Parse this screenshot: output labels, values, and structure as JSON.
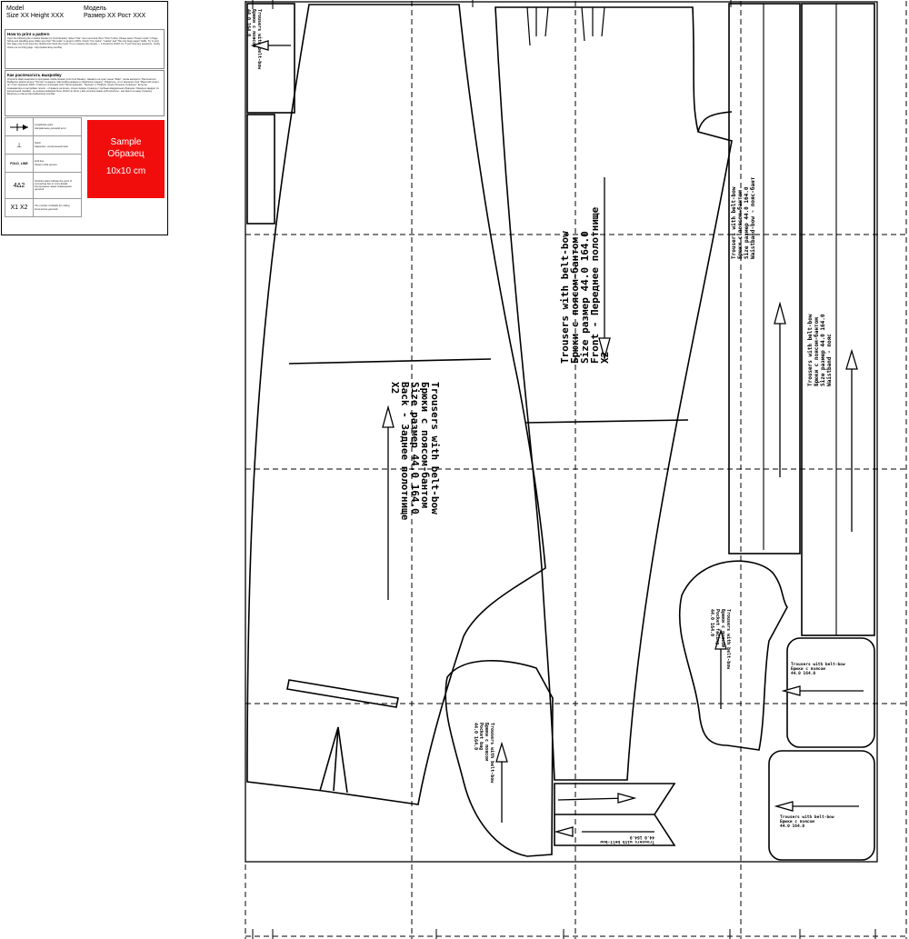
{
  "info": {
    "model_en": "Model",
    "size_en": "Size XX Height XXX",
    "model_ru": "Модель",
    "size_ru": "Размер XX Рост XXX",
    "how_title": "How to print a pattern",
    "how_body": "Open the following file in Adobe Reader (or Foxit Reader). Select \"File\" menu and click there \"Print\" button. Please select \"Poster mode\" in Page Sizing and Handling area. Make sure that \"Tile scale\" is equal to 100%. Check \"Cut marks\", \"Labels\" and \"Tile only large pages\" fields. Try to print first page only if you have any doubts and check the result. Try to measure the sample — it should be 10x10 cm. If you have any questions - kindly check out our FAQ page - http://patternkosy.com/faq",
    "ru_title": "Как распечатать выкройку",
    "ru_body": "Откройте файл выкройки в программе Adobe Reader (или Foxit Reader). Нажмите на пункт меню \"Файл\", затем выберите \"Распечатать\". Выберите режим печати \"Постер\" в разделе \"Настройка размера и обработка страниц\". Убедитесь, что в значении поля \"Масштаб печати по\" стоит значение 100%. Отметьте галочками поля \"Метки вырезки\", \"Ярлыки\" и \"Разбить только большие страницы\". Если вы сомневаетесь в настройках печати - отправьте на печать только первую страницу с пробным квадратным образцом. Измерьте квадрат из контрольной линейки - он должен размером быть 10x10 см. Если у вас остались какие-либо вопросы - загляните на нашу страницу Вопросы и ответы http://patternkosy.com/faq",
    "legend": [
      {
        "symbol": "grain-arrow",
        "text_en": "Lengthwise grain",
        "text_ru": "Направление долевой нити"
      },
      {
        "symbol": "⊥",
        "text_en": "Notch",
        "text_ru": "Надсечка - контрольный знак"
      },
      {
        "symbol": "FOLD_LINE",
        "text_en": "Fold line",
        "text_ru": "Линия сгиба детали"
      },
      {
        "symbol": "4Δ2",
        "text_en": "Vertical marks indicate the point of connecting two or more details",
        "text_ru": "Контрольные знаки совмещения деталей"
      },
      {
        "symbol": "X1 X2",
        "text_en": "The number of details for cutting",
        "text_ru": "Количество деталей"
      }
    ],
    "sample": {
      "line1": "Sample",
      "line2": "Образец",
      "line3": "10x10 cm"
    }
  },
  "pieces": [
    {
      "id": "back",
      "lines": [
        "Trousers with belt-bow",
        "Брюки с поясом-бантом",
        "Size размер  44.0  164.0",
        "Back - Заднее полотнище",
        "X2"
      ]
    },
    {
      "id": "front",
      "lines": [
        "Trousers with belt-bow",
        "Брюки с поясом-бантом",
        "Size размер  44.0  164.0",
        "Front - Переднее полотнище",
        "X2"
      ]
    },
    {
      "id": "waistband-bow",
      "lines": [
        "Trousers with belt-bow",
        "Брюки с поясом-бантом",
        "Size размер  44.0  164.0",
        "Waistband-bow - пояс-бант"
      ]
    },
    {
      "id": "waistband",
      "lines": [
        "Trousers with belt-bow",
        "Брюки с поясом-бантом",
        "Size размер  44.0  164.0",
        "Waistband - пояс"
      ]
    },
    {
      "id": "top-left",
      "lines": [
        "Trousers with belt-bow",
        "Брюки с поясом",
        "44.0  164.0"
      ]
    },
    {
      "id": "pocket-bag",
      "lines": [
        "Trousers with belt-bow",
        "Брюки с поясом",
        "Pocket bag",
        "44.0 164.0"
      ]
    },
    {
      "id": "pocket-facing",
      "lines": [
        "Trousers with belt-bow",
        "Брюки с поясом",
        "Pocket facing",
        "44.0 164.0"
      ]
    },
    {
      "id": "small-1",
      "lines": [
        "Trousers with belt-bow",
        "Брюки с поясом",
        "44.0 164.0"
      ]
    },
    {
      "id": "small-2",
      "lines": [
        "Trousers with belt-bow",
        "Брюки с поясом",
        "44.0 164.0"
      ]
    },
    {
      "id": "strip",
      "lines": [
        "Trousers with belt-bow",
        "44.0 164.0"
      ]
    }
  ]
}
